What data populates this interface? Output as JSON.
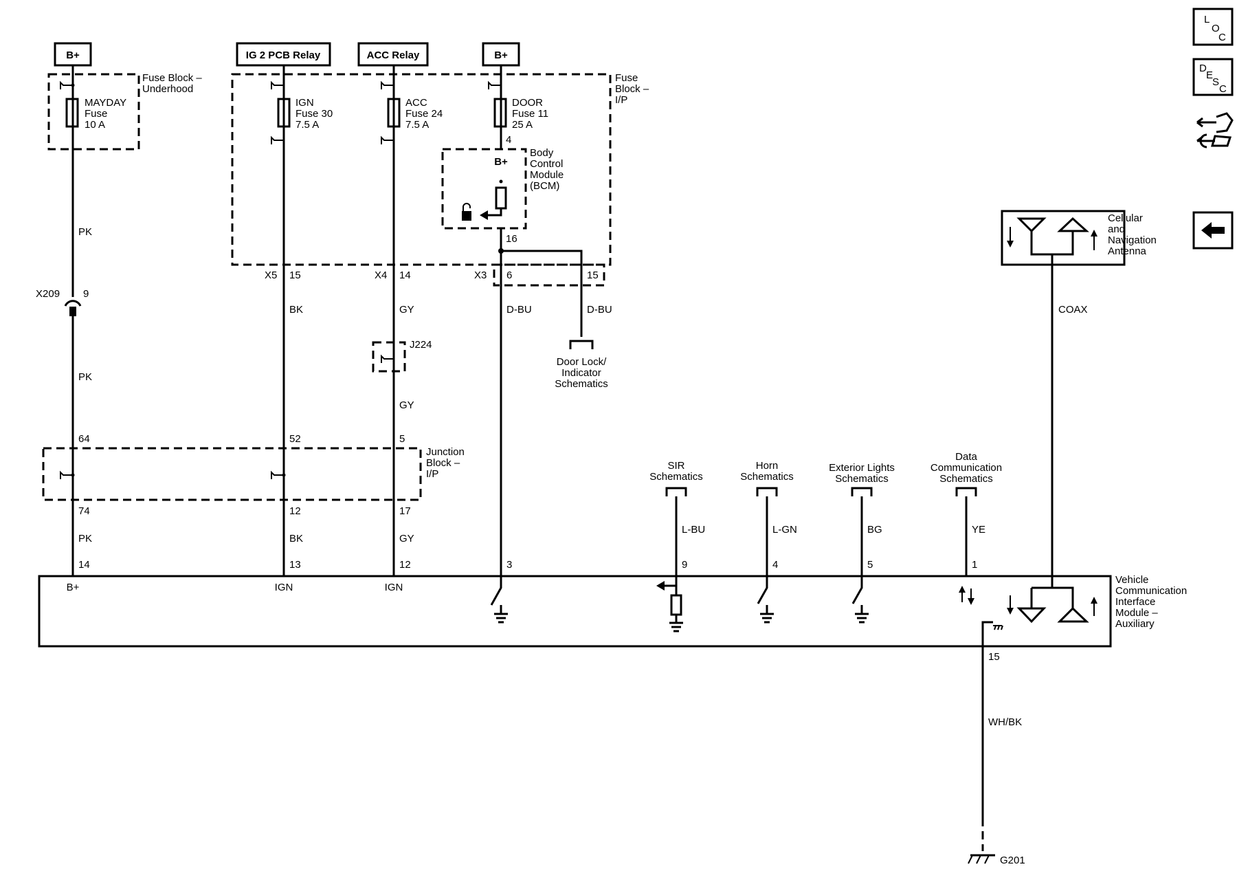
{
  "sources": {
    "bplus_left": "B+",
    "ig2_relay": "IG 2 PCB Relay",
    "acc_relay": "ACC Relay",
    "bplus_right": "B+"
  },
  "fuse_block_underhood": {
    "label": [
      "Fuse Block –",
      "Underhood"
    ],
    "fuse": [
      "MAYDAY",
      "Fuse",
      "10 A"
    ]
  },
  "fuse_block_ip": {
    "label": [
      "Fuse",
      "Block –",
      "I/P"
    ],
    "fuse_ign": [
      "IGN",
      "Fuse 30",
      "7.5 A"
    ],
    "fuse_acc": [
      "ACC",
      "Fuse 24",
      "7.5 A"
    ],
    "fuse_door": [
      "DOOR",
      "Fuse 11",
      "25 A"
    ]
  },
  "bcm": {
    "label": [
      "Body",
      "Control",
      "Module",
      "(BCM)"
    ],
    "bplus": "B+",
    "pin_in": "4",
    "pin_out": "16"
  },
  "connectors": {
    "x5": "X5",
    "x5_pin": "15",
    "x4": "X4",
    "x4_pin": "14",
    "x3": "X3",
    "x3_pin_a": "6",
    "x3_pin_b": "15",
    "x209": "X209",
    "x209_pin": "9",
    "j224": "J224"
  },
  "wires": {
    "pk1": "PK",
    "pk2": "PK",
    "pk3": "PK",
    "bk1": "BK",
    "bk2": "BK",
    "gy1": "GY",
    "gy2": "GY",
    "gy3": "GY",
    "dbu1": "D-BU",
    "dbu2": "D-BU",
    "lbu": "L-BU",
    "lgn": "L-GN",
    "bg": "BG",
    "ye": "YE",
    "coax": "COAX",
    "whbk": "WH/BK"
  },
  "door_lock_ref": [
    "Door Lock/",
    "Indicator",
    "Schematics"
  ],
  "junction_block": {
    "label": [
      "Junction",
      "Block –",
      "I/P"
    ],
    "pins_top": [
      "64",
      "52",
      "5"
    ],
    "pins_bottom": [
      "74",
      "12",
      "17"
    ]
  },
  "schematic_refs": {
    "sir": [
      "SIR",
      "Schematics"
    ],
    "horn": [
      "Horn",
      "Schematics"
    ],
    "exterior": [
      "Exterior Lights",
      "Schematics"
    ],
    "data": [
      "Data",
      "Communication",
      "Schematics"
    ]
  },
  "antenna": {
    "label": [
      "Cellular",
      "and",
      "Navigation",
      "Antenna"
    ]
  },
  "vcim": {
    "label": [
      "Vehicle",
      "Communication",
      "Interface",
      "Module –",
      "Auxiliary"
    ],
    "pins": [
      "14",
      "13",
      "12",
      "3",
      "9",
      "4",
      "5",
      "1"
    ],
    "pin_labels": [
      "B+",
      "IGN",
      "IGN"
    ],
    "ground_pin": "15"
  },
  "ground": "G201",
  "nav": {
    "loc": [
      "L",
      "O",
      "C"
    ],
    "desc": [
      "D",
      "E",
      "S",
      "C"
    ]
  }
}
